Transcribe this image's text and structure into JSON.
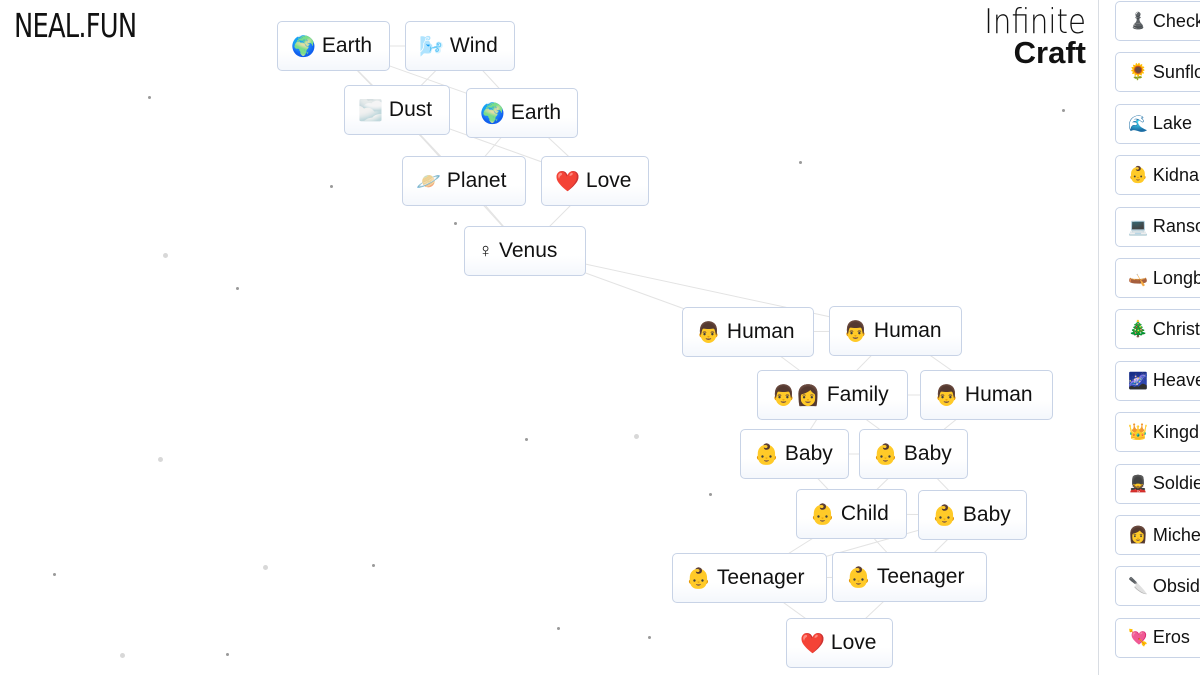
{
  "brand": {
    "logo_text": "NEAL.FUN",
    "title_line1": "Infinite",
    "title_line2": "Craft"
  },
  "canvas_elements": [
    {
      "emoji": "🌍",
      "label": "Earth"
    },
    {
      "emoji": "🌬️",
      "label": "Wind"
    },
    {
      "emoji": "🌫️",
      "label": "Dust"
    },
    {
      "emoji": "🌍",
      "label": "Earth"
    },
    {
      "emoji": "🪐",
      "label": "Planet"
    },
    {
      "emoji": "❤️",
      "label": "Love"
    },
    {
      "emoji": "♀",
      "label": "Venus"
    },
    {
      "emoji": "👨",
      "label": "Human"
    },
    {
      "emoji": "👨",
      "label": "Human"
    },
    {
      "emoji": "👨‍👩",
      "label": "Family"
    },
    {
      "emoji": "👨",
      "label": "Human"
    },
    {
      "emoji": "👶",
      "label": "Baby"
    },
    {
      "emoji": "👶",
      "label": "Baby"
    },
    {
      "emoji": "👶",
      "label": "Child"
    },
    {
      "emoji": "👶",
      "label": "Baby"
    },
    {
      "emoji": "👶",
      "label": "Teenager"
    },
    {
      "emoji": "👶",
      "label": "Teenager"
    },
    {
      "emoji": "❤️",
      "label": "Love"
    }
  ],
  "sidebar_items": [
    {
      "emoji": "♟️",
      "label": "Check"
    },
    {
      "emoji": "🌻",
      "label": "Sunflo"
    },
    {
      "emoji": "🌊",
      "label": "Lake"
    },
    {
      "emoji": "👶",
      "label": "Kidna"
    },
    {
      "emoji": "💻",
      "label": "Ranso"
    },
    {
      "emoji": "🛶",
      "label": "Longb"
    },
    {
      "emoji": "🎄",
      "label": "Christ"
    },
    {
      "emoji": "🌌",
      "label": "Heave"
    },
    {
      "emoji": "👑",
      "label": "Kingd"
    },
    {
      "emoji": "💂",
      "label": "Soldie"
    },
    {
      "emoji": "👩",
      "label": "Miche"
    },
    {
      "emoji": "🔪",
      "label": "Obsid"
    },
    {
      "emoji": "💘",
      "label": "Eros"
    }
  ]
}
